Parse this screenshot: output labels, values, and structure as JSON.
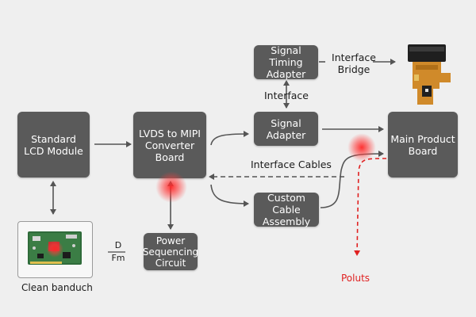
{
  "colors": {
    "background": "#efefef",
    "box": "#5a5a5a",
    "box_text": "#ffffff",
    "arrow": "#555555",
    "alert": "#e02020"
  },
  "boxes": {
    "standard_lcd": "Standard\nLCD Module",
    "lvds_mipi": "LVDS to MIPI\nConverter Board",
    "signal_timing": "Signal Timing\nAdapter",
    "signal_adapter": "Signal\nAdapter",
    "custom_cable": "Custom Cable\nAssembly",
    "power_seq": "Power\nSequencing\nCircuit",
    "main_board": "Main Product\nBoard"
  },
  "labels": {
    "interface_bridge": "Interface\nBridge",
    "interface": "Interface",
    "interface_cables": "Interface Cables",
    "clean_caption": "Clean banduch",
    "fraction": "D\nFm",
    "poluts": "Poluts"
  },
  "icons": {
    "pcb_photo": "pcb-board-icon",
    "flex_connector": "flex-cable-connector-icon"
  }
}
